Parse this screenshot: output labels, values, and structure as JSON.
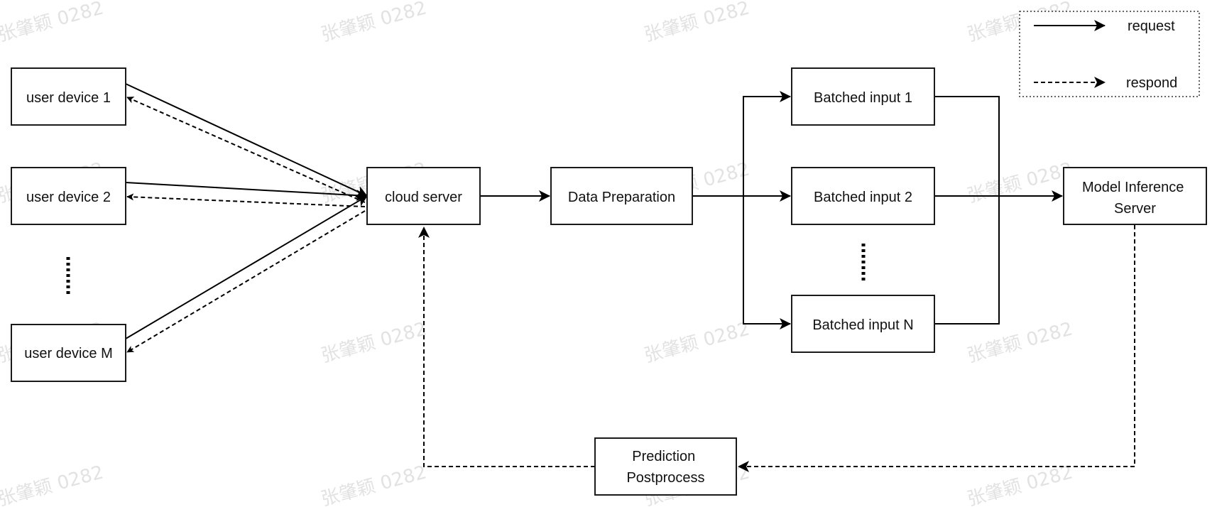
{
  "colors": {
    "stroke": "#000000",
    "box_fill": "#ffffff",
    "watermark": "#d6d6d6"
  },
  "nodes": {
    "user_device_1": "user device 1",
    "user_device_2": "user device 2",
    "user_device_m": "user device M",
    "cloud_server": "cloud server",
    "data_preparation": "Data Preparation",
    "batched_input_1": "Batched input 1",
    "batched_input_2": "Batched input 2",
    "batched_input_n": "Batched input N",
    "model_inference_server": [
      "Model Inference",
      "Server"
    ],
    "prediction_postprocess": [
      "Prediction",
      "Postprocess"
    ]
  },
  "legend": {
    "request": "request",
    "respond": "respond",
    "request_style": "solid",
    "respond_style": "dashed"
  },
  "watermark": "张肇颖 0282"
}
